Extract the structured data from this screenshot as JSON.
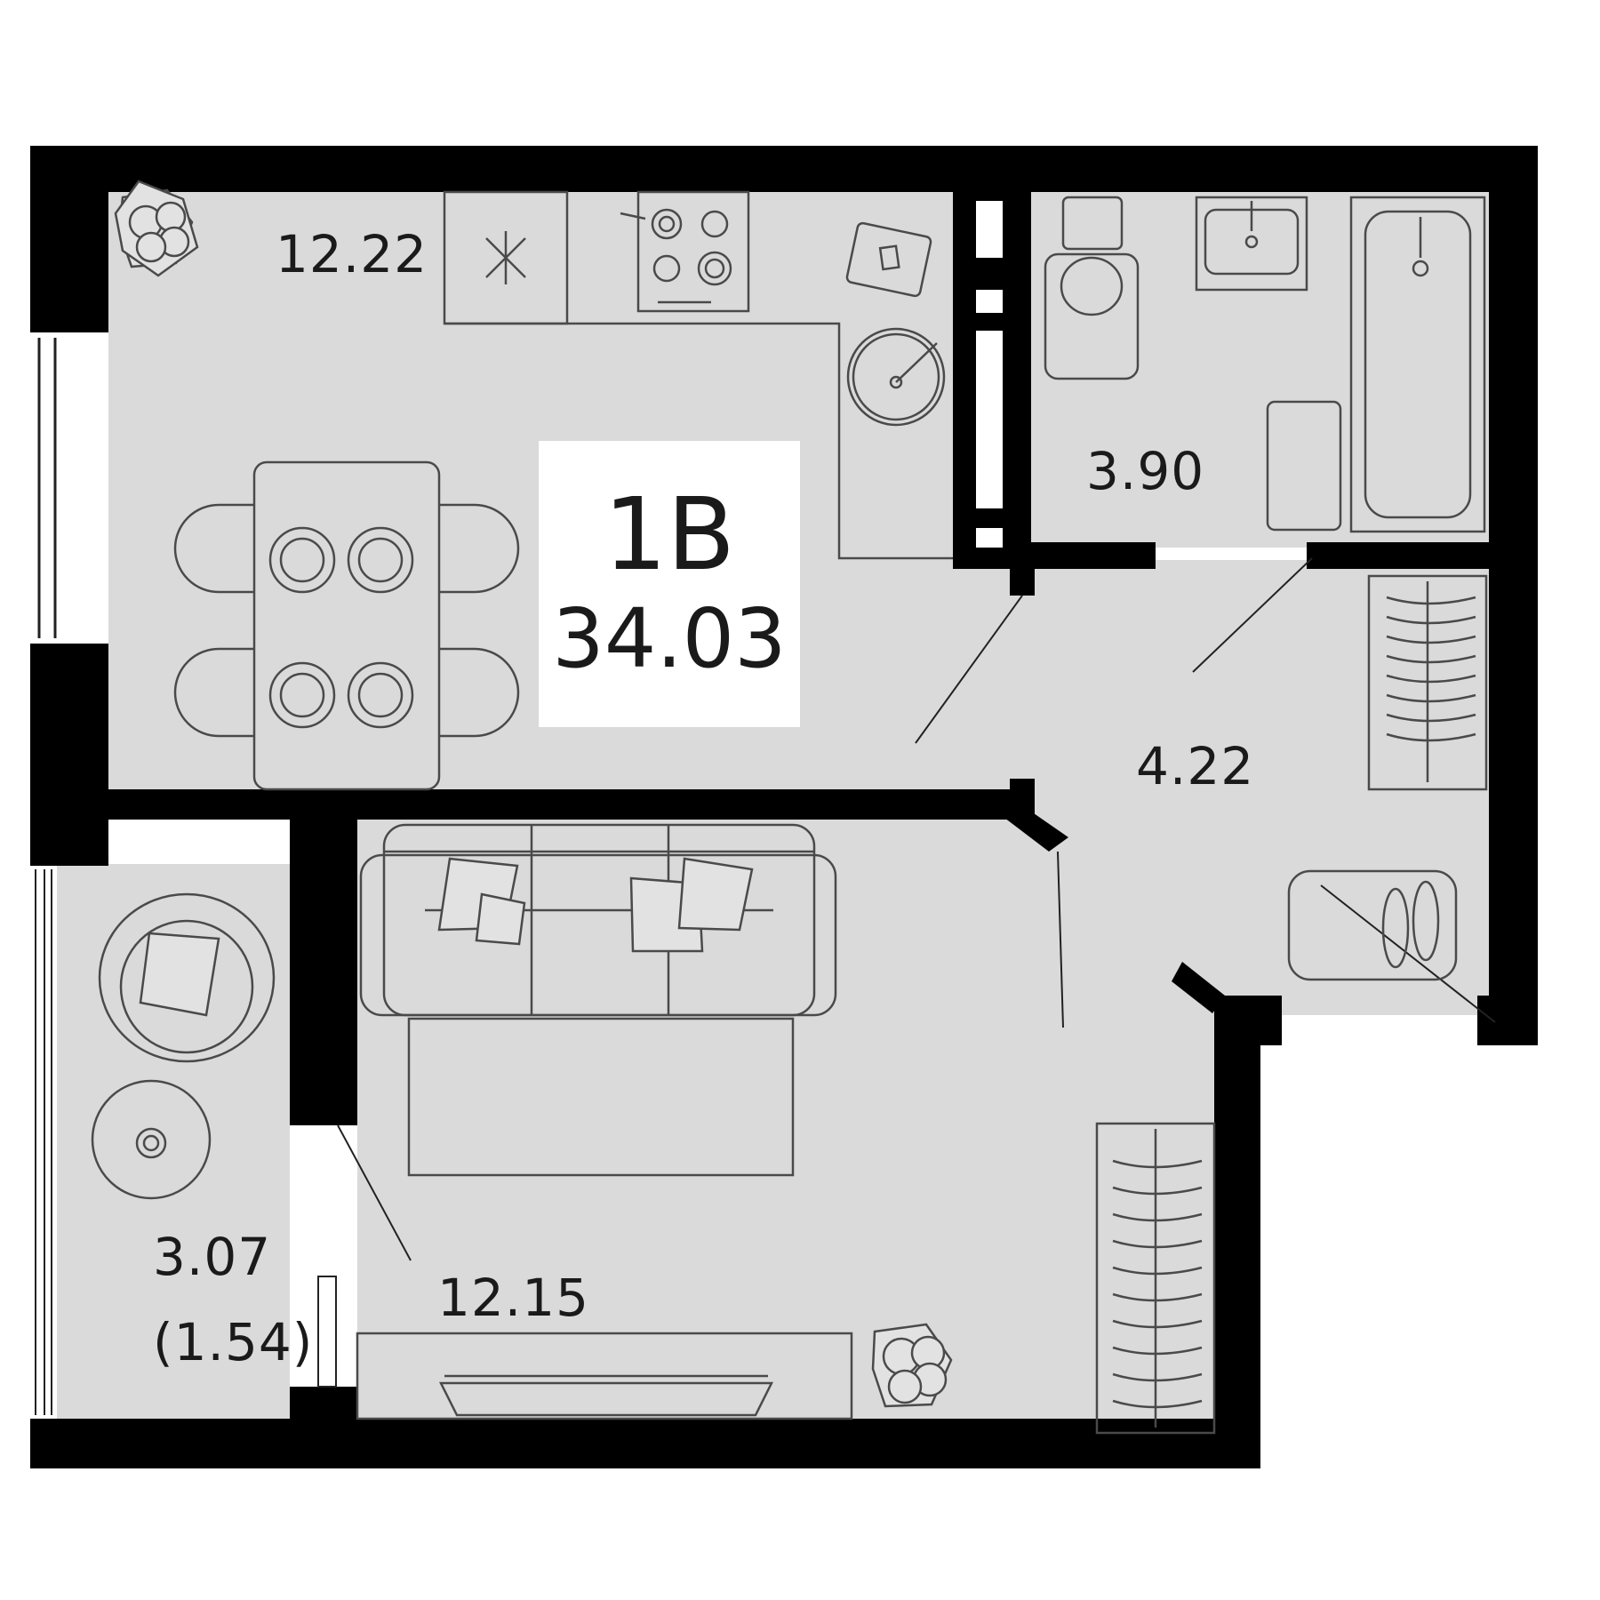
{
  "plan": {
    "type_label": "1B",
    "total_area": "34.03",
    "colors": {
      "wall": "#000000",
      "floor": "#dadada",
      "furniture_stroke": "#4a4a4a",
      "background": "#ffffff"
    }
  },
  "rooms": [
    {
      "id": "kitchen-living",
      "area": "12.22"
    },
    {
      "id": "bathroom",
      "area": "3.90"
    },
    {
      "id": "hallway",
      "area": "4.22"
    },
    {
      "id": "bedroom",
      "area": "12.15"
    },
    {
      "id": "balcony",
      "area": "3.07",
      "reduced_area": "(1.54)"
    }
  ],
  "icons": [
    "plant-icon",
    "fridge-icon",
    "stove-icon",
    "cutting-board-icon",
    "sink-icon",
    "dining-table-icon",
    "toilet-icon",
    "washbasin-icon",
    "bathtub-icon",
    "bath-mat-icon",
    "wardrobe-icon",
    "shoes-icon",
    "sofa-icon",
    "armchair-icon",
    "round-table-icon",
    "tv-stand-icon"
  ]
}
